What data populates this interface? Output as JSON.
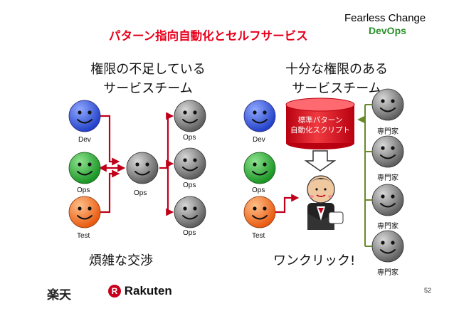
{
  "slide": {
    "title": "パターン指向自動化とセルフサービス",
    "brand": {
      "line1": "Fearless Change",
      "line2": "DevOps"
    },
    "page_number": "52",
    "logos": {
      "japanese": "楽天",
      "english": "Rakuten",
      "badge": "R"
    }
  },
  "left_panel": {
    "heading_line1": "権限の不足している",
    "heading_line2": "サービスチーム",
    "nodes": {
      "dev": "Dev",
      "ops": "Ops",
      "test": "Test",
      "center_ops": "Ops",
      "right_ops_1": "Ops",
      "right_ops_2": "Ops",
      "right_ops_3": "Ops"
    },
    "caption": "煩雑な交渉"
  },
  "right_panel": {
    "heading_line1": "十分な権限のある",
    "heading_line2": "サービスチーム",
    "nodes": {
      "dev": "Dev",
      "ops": "Ops",
      "test": "Test"
    },
    "script_line1": "標準パターン",
    "script_line2": "自動化スクリプト",
    "experts": [
      "専門家",
      "専門家",
      "専門家",
      "専門家"
    ],
    "caption": "ワンクリック!"
  },
  "colors": {
    "title": "#e8001c",
    "arrow": "#c0001a",
    "expert_arrow": "#6a8a2a",
    "face_blue": "#3a5bd9",
    "face_green": "#2faa3a",
    "face_orange": "#f07020",
    "face_gray": "#7a7a7a",
    "cylinder": "#e0202a",
    "brand_accent": "#2a8f2a"
  }
}
